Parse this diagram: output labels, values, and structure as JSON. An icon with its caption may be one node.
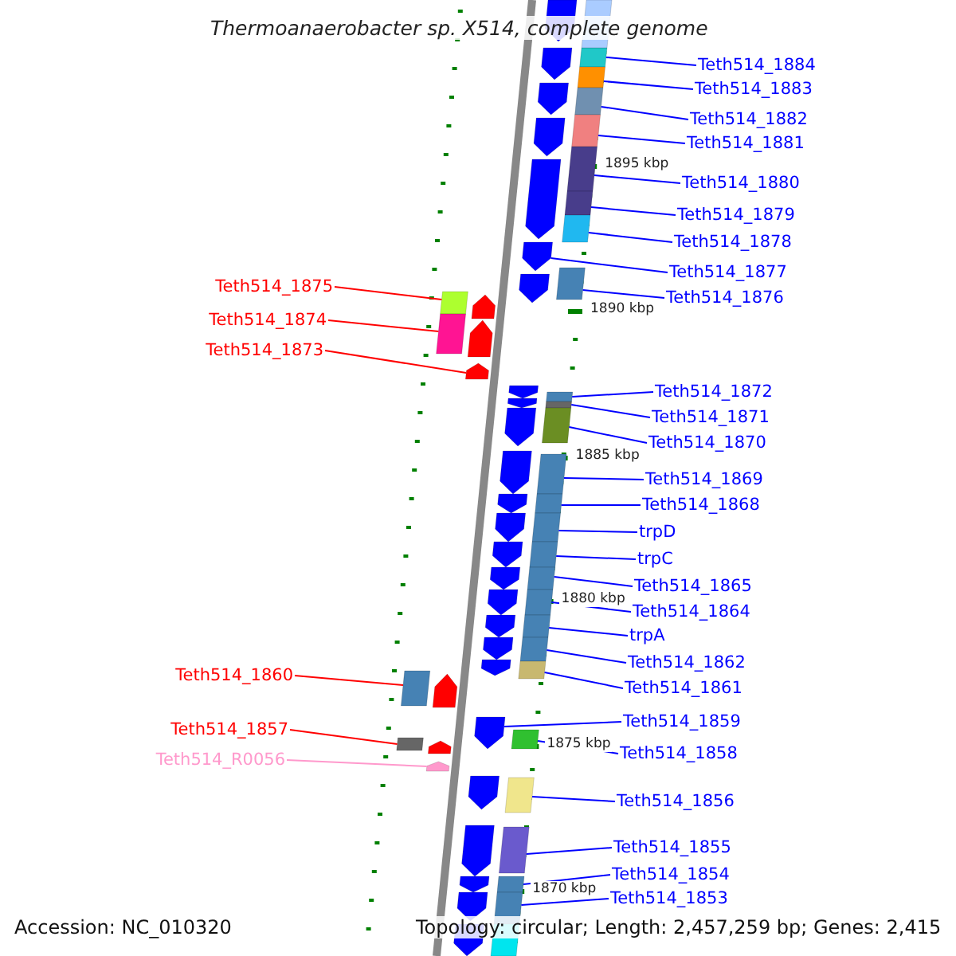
{
  "diagram": {
    "title": "Thermoanaerobacter sp. X514, complete genome",
    "nodes": [
      {
        "text": [
          "Teth514_1884"
        ]
      },
      {
        "text": [
          "Teth514_1883"
        ]
      },
      {
        "text": [
          "Teth514_1882"
        ]
      },
      {
        "text": [
          "Teth514_1881"
        ]
      },
      {
        "text": [
          "Teth514_1880"
        ]
      },
      {
        "text": [
          "Teth514_1879"
        ]
      },
      {
        "text": [
          "Teth514_1878"
        ]
      },
      {
        "text": [
          "Teth514_1877"
        ]
      },
      {
        "text": [
          "Teth514_1875"
        ]
      },
      {
        "text": [
          "Teth514_1876"
        ]
      },
      {
        "text": [
          "Teth514_1874"
        ]
      },
      {
        "text": [
          "Teth514_1873"
        ]
      },
      {
        "text": [
          "Teth514_1872"
        ]
      },
      {
        "text": [
          "Teth514_1871"
        ]
      },
      {
        "text": [
          "Teth514_1870"
        ]
      },
      {
        "text": [
          "Teth514_1869"
        ]
      },
      {
        "text": [
          "Teth514_1868"
        ]
      },
      {
        "text": [
          "trpD"
        ]
      },
      {
        "text": [
          "trpC"
        ]
      },
      {
        "text": [
          "Teth514_1865"
        ]
      },
      {
        "text": [
          "Teth514_1864"
        ]
      },
      {
        "text": [
          "trpA"
        ]
      },
      {
        "text": [
          "Teth514_1862"
        ]
      },
      {
        "text": [
          "Teth514_1860"
        ]
      },
      {
        "text": [
          "Teth514_1861"
        ]
      },
      {
        "text": [
          "Teth514_1859"
        ]
      },
      {
        "text": [
          "Teth514_1857"
        ]
      },
      {
        "text": [
          "Teth514_1858"
        ]
      },
      {
        "text": [
          "Teth514_R0056"
        ]
      },
      {
        "text": [
          "Teth514_1856"
        ]
      },
      {
        "text": [
          "Teth514_1855"
        ]
      },
      {
        "text": [
          "Teth514_1854"
        ]
      },
      {
        "text": [
          "Teth514_1853"
        ]
      },
      {
        "text": [],
        "shape": "box"
      },
      {
        "text": [],
        "shape": "box"
      },
      {
        "text": [],
        "shape": "box"
      },
      {
        "text": [],
        "shape": "box"
      },
      {
        "text": [],
        "shape": "box"
      },
      {
        "text": [],
        "shape": "box"
      },
      {
        "text": [],
        "shape": "box"
      },
      {
        "text": [],
        "shape": "pentagon"
      },
      {
        "text": [],
        "shape": "box"
      },
      {
        "text": [],
        "shape": "box"
      },
      {
        "text": [],
        "shape": "box"
      },
      {
        "text": [],
        "shape": "pentagon"
      },
      {
        "text": [],
        "shape": "box"
      },
      {
        "text": [],
        "shape": "box"
      },
      {
        "text": [],
        "shape": "box"
      },
      {
        "text": [],
        "shape": "box"
      },
      {
        "text": [],
        "shape": "box"
      },
      {
        "text": [],
        "shape": "box"
      },
      {
        "text": [],
        "shape": "box"
      },
      {
        "text": [],
        "shape": "box"
      },
      {
        "text": [],
        "shape": "box"
      },
      {
        "text": [],
        "shape": "box"
      },
      {
        "text": [],
        "shape": "box"
      },
      {
        "text": [],
        "shape": "box"
      },
      {
        "text": [],
        "shape": "box"
      },
      {
        "text": [],
        "shape": "pentagon"
      },
      {
        "text": [],
        "shape": "box"
      },
      {
        "text": [],
        "shape": "box"
      },
      {
        "text": [],
        "shape": "pentagon"
      },
      {
        "text": [],
        "shape": "box"
      },
      {
        "text": [],
        "shape": "box"
      },
      {
        "text": [],
        "shape": "box"
      },
      {
        "text": [],
        "shape": "box"
      },
      {
        "text": [],
        "shape": "pentagon"
      },
      {
        "text": [],
        "shape": "pentagon"
      },
      {
        "text": [],
        "shape": "pentagon"
      },
      {
        "text": [],
        "shape": "pentagon"
      },
      {
        "text": [],
        "shape": "pentagon"
      },
      {
        "text": [],
        "shape": "pentagon"
      },
      {
        "text": [],
        "shape": "pentagon"
      },
      {
        "text": [],
        "shape": "pentagon"
      },
      {
        "text": [],
        "shape": "pentagon"
      },
      {
        "text": [],
        "shape": "pentagon"
      },
      {
        "text": [],
        "shape": "pentagon"
      },
      {
        "text": [],
        "shape": "pentagon"
      },
      {
        "text": [],
        "shape": "pentagon"
      },
      {
        "text": [],
        "shape": "pentagon"
      },
      {
        "text": [],
        "shape": "pentagon"
      },
      {
        "text": [],
        "shape": "pentagon"
      },
      {
        "text": [],
        "shape": "pentagon"
      },
      {
        "text": [],
        "shape": "pentagon"
      },
      {
        "text": [],
        "shape": "pentagon"
      },
      {
        "text": [],
        "shape": "pentagon"
      },
      {
        "text": [],
        "shape": "pentagon"
      },
      {
        "text": [],
        "shape": "pentagon"
      },
      {
        "text": [],
        "shape": "pentagon"
      },
      {
        "text": [],
        "shape": "pentagon"
      },
      {
        "text": [],
        "shape": "pentagon"
      },
      {
        "text": [],
        "shape": "pentagon"
      },
      {
        "text": [],
        "shape": "pentagon"
      },
      {
        "text": [],
        "shape": "box"
      },
      {
        "text": [],
        "shape": "box"
      }
    ],
    "edges": [
      {
        "from": 0,
        "to": 33,
        "arrow": "none"
      },
      {
        "from": 1,
        "to": 34,
        "arrow": "none"
      },
      {
        "from": 2,
        "to": 35,
        "arrow": "none"
      },
      {
        "from": 3,
        "to": 36,
        "arrow": "none"
      },
      {
        "from": 4,
        "to": 37,
        "arrow": "none"
      },
      {
        "from": 5,
        "to": 38,
        "arrow": "none"
      },
      {
        "from": 6,
        "to": 39,
        "arrow": "none"
      },
      {
        "from": 7,
        "to": 40,
        "arrow": "none"
      },
      {
        "from": 8,
        "to": 41,
        "arrow": "none",
        "color": "#ff0000"
      },
      {
        "from": 9,
        "to": 42,
        "arrow": "none"
      },
      {
        "from": 10,
        "to": 43,
        "arrow": "none",
        "color": "#ff0000"
      },
      {
        "from": 11,
        "to": 44,
        "arrow": "none",
        "color": "#ff0000"
      },
      {
        "from": 12,
        "to": 45,
        "arrow": "none"
      },
      {
        "from": 13,
        "to": 46,
        "arrow": "none"
      },
      {
        "from": 14,
        "to": 47,
        "arrow": "none"
      },
      {
        "from": 15,
        "to": 48,
        "arrow": "none"
      },
      {
        "from": 16,
        "to": 49,
        "arrow": "none"
      },
      {
        "from": 17,
        "to": 50,
        "arrow": "none"
      },
      {
        "from": 18,
        "to": 51,
        "arrow": "none"
      },
      {
        "from": 19,
        "to": 52,
        "arrow": "none"
      },
      {
        "from": 20,
        "to": 53,
        "arrow": "none"
      },
      {
        "from": 21,
        "to": 54,
        "arrow": "none"
      },
      {
        "from": 22,
        "to": 55,
        "arrow": "none"
      },
      {
        "from": 23,
        "to": 56,
        "arrow": "none",
        "color": "#ff0000"
      },
      {
        "from": 24,
        "to": 57,
        "arrow": "none"
      },
      {
        "from": 25,
        "to": 58,
        "arrow": "none"
      },
      {
        "from": 26,
        "to": 59,
        "arrow": "none",
        "color": "#ff0000"
      },
      {
        "from": 27,
        "to": 60,
        "arrow": "none"
      },
      {
        "from": 28,
        "to": 61,
        "arrow": "none",
        "color": "#ff99cc"
      },
      {
        "from": 29,
        "to": 62,
        "arrow": "none"
      },
      {
        "from": 30,
        "to": 63,
        "arrow": "none"
      },
      {
        "from": 31,
        "to": 64,
        "arrow": "none"
      },
      {
        "from": 32,
        "to": 65,
        "arrow": "none"
      }
    ],
    "labels": [
      "1895 kbp",
      "1890 kbp",
      "1885 kbp",
      "1880 kbp",
      "1875 kbp",
      "1870 kbp",
      "Accession: NC_010320",
      "Topology: circular; Length: 2,457,259 bp; Genes: 2,415"
    ]
  }
}
